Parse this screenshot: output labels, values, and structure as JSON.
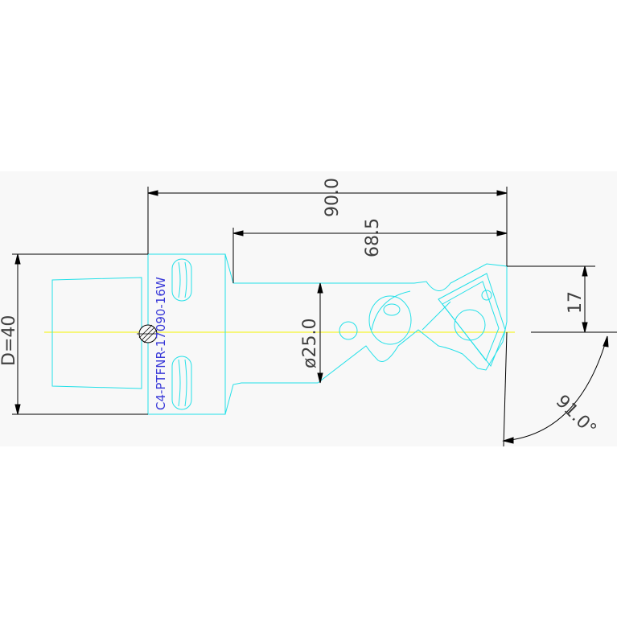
{
  "drawing": {
    "part_number": "C4-PTFNR-17090-16W",
    "dimensions": {
      "overall_length": "90.0",
      "bar_length": "68.5",
      "bar_diameter": "ø25.0",
      "coupling_diameter": "D=40",
      "offset": "17",
      "lead_angle": "91.0°"
    }
  },
  "colors": {
    "background": "#ffffff",
    "panel": "#f8f8f8",
    "outline": "#22e0e8",
    "dimension": "#000000",
    "dimension_text": "#404040",
    "label": "#3a3ad8",
    "centerline": "#f5f500"
  }
}
